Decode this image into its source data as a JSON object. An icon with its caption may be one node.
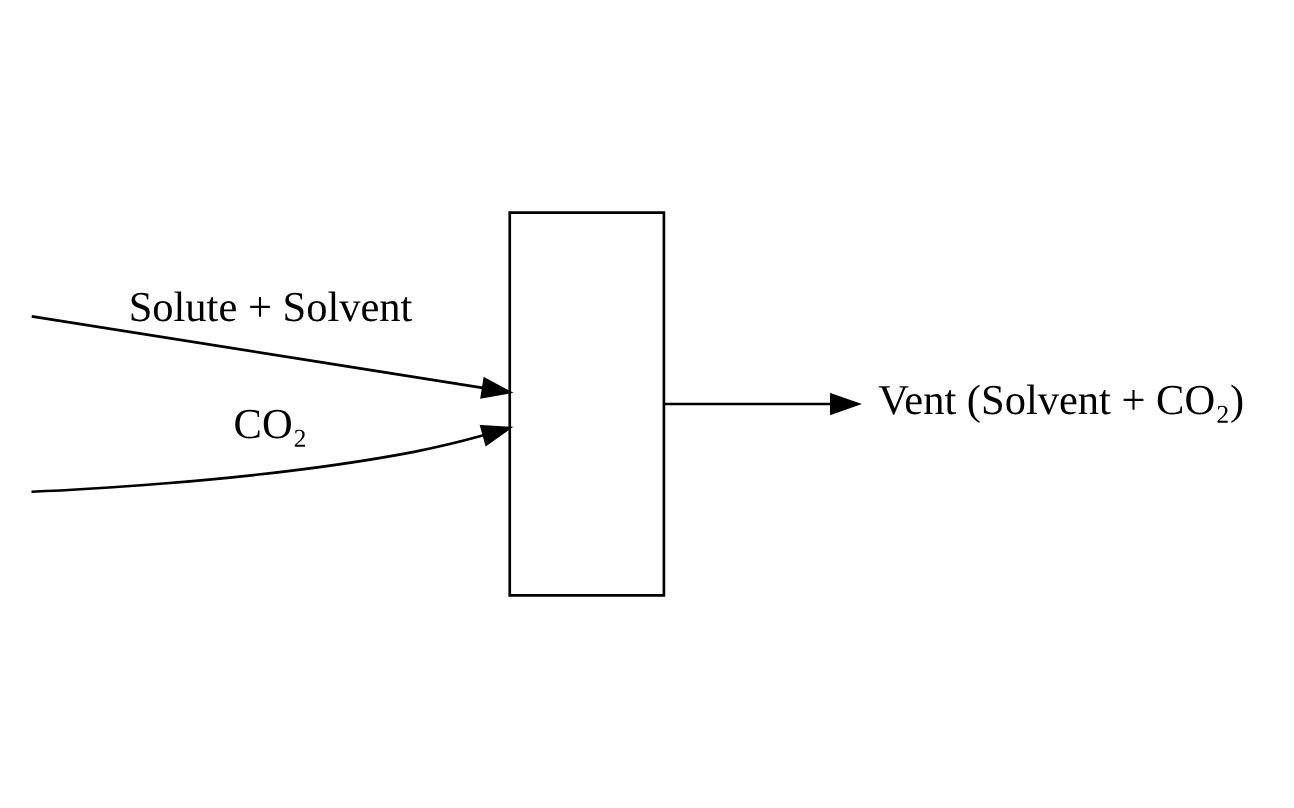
{
  "diagram": {
    "nodes": [
      {
        "text": [],
        "shape": "box"
      },
      {
        "text": [
          "Vent (Solvent + CO₂)"
        ]
      }
    ],
    "edges": [
      {
        "from": null,
        "to": 0,
        "arrow": "to",
        "label": "Solute + Solvent"
      },
      {
        "from": null,
        "to": 0,
        "arrow": "to",
        "label": "CO₂"
      },
      {
        "from": 0,
        "to": 1,
        "arrow": "to"
      }
    ]
  }
}
